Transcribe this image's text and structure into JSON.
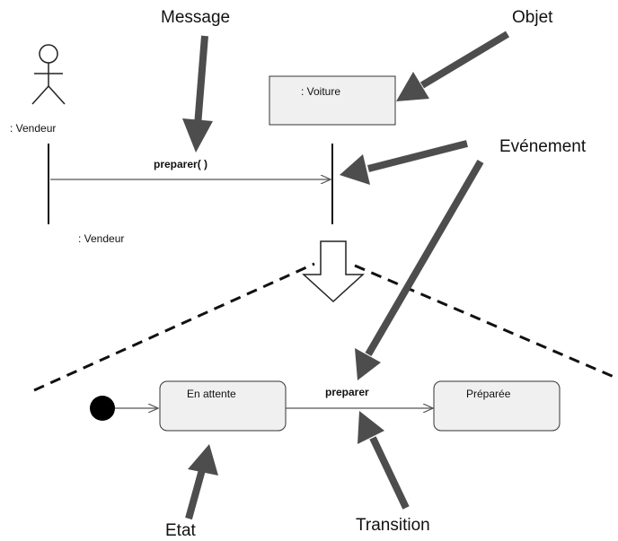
{
  "callouts": {
    "message": "Message",
    "objet": "Objet",
    "evenement": "Evénement",
    "etat": "Etat",
    "transition": "Transition"
  },
  "sequence": {
    "actor_label": ": Vendeur",
    "object_label": ": Voiture",
    "message_label": "preparer( )",
    "bottom_actor_label": ": Vendeur"
  },
  "state_machine": {
    "state_1": "En attente",
    "state_2": "Préparée",
    "transition_label": "preparer"
  },
  "colors": {
    "arrow": "#4d4d4d",
    "box_fill": "#f0f0f0",
    "line": "#555555",
    "initial": "#000000"
  }
}
